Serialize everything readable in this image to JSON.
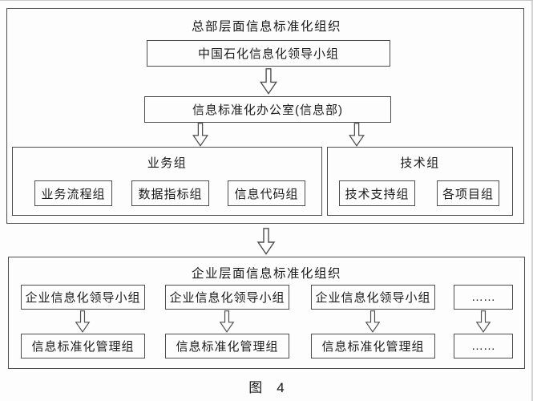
{
  "figure": {
    "caption_prefix": "图",
    "caption_number": "4"
  },
  "headquarters": {
    "title": "总部层面信息标准化组织",
    "leader_group": "中国石化信息化领导小组",
    "office": "信息标准化办公室(信息部)",
    "groups": [
      {
        "title": "业务组",
        "children": [
          "业务流程组",
          "数据指标组",
          "信息代码组"
        ]
      },
      {
        "title": "技术组",
        "children": [
          "技术支持组",
          "各项目组"
        ]
      }
    ]
  },
  "enterprise": {
    "title": "企业层面信息标准化组织",
    "columns": [
      {
        "top": "企业信息化领导小组",
        "bottom": "信息标准化管理组"
      },
      {
        "top": "企业信息化领导小组",
        "bottom": "信息标准化管理组"
      },
      {
        "top": "企业信息化领导小组",
        "bottom": "信息标准化管理组"
      },
      {
        "top": "……",
        "bottom": "……"
      }
    ]
  },
  "colors": {
    "line": "#4d4d4d",
    "text": "#1c1c1c",
    "background": "#fdfdfd"
  }
}
